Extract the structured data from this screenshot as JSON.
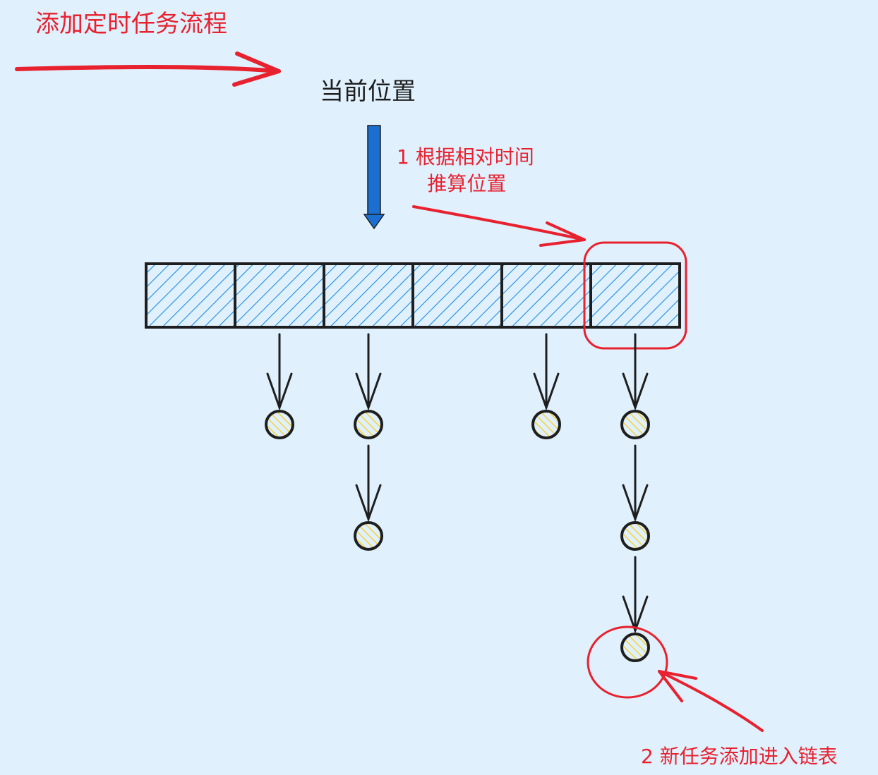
{
  "diagram": {
    "title": "添加定时任务流程",
    "current_position_label": "当前位置",
    "step1": {
      "line1": "1 根据相对时间",
      "line2": "推算位置"
    },
    "step2": "2 新任务添加进入链表",
    "slot_count": 6,
    "chains": [
      {
        "slot": 1,
        "nodes": 1
      },
      {
        "slot": 2,
        "nodes": 2
      },
      {
        "slot": 4,
        "nodes": 1
      },
      {
        "slot": 5,
        "nodes": 3,
        "new_node_highlighted": true
      }
    ],
    "highlighted_slot": 5,
    "colors": {
      "background": "#e0f1fd",
      "accent_red": "#e8212f",
      "slot_hatch": "#1c8ce0",
      "pointer_blue": "#1b6fd1",
      "node_fill": "#f5d33a",
      "ink": "#1e1e1e"
    }
  }
}
